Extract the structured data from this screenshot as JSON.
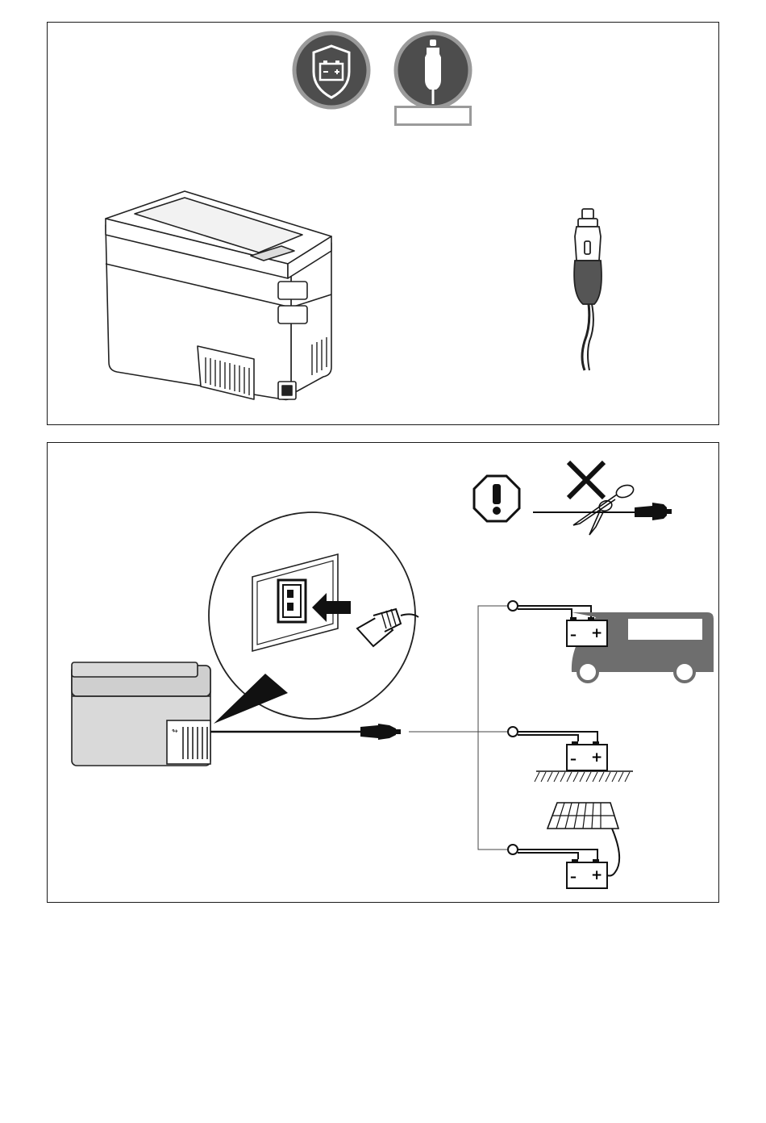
{
  "panel1": {
    "icons": [
      "battery-shield-icon",
      "car-plug-icon"
    ],
    "plug_badge_text": "",
    "items": [
      "cooler-box",
      "dc-car-plug-with-cable"
    ]
  },
  "panel2": {
    "warning_icon": "exclamation-octagon-icon",
    "prohibition": "do-not-cut-cable",
    "battery_terminal_labels": {
      "minus": "–",
      "plus": "+"
    },
    "power_sources": [
      "vehicle-battery",
      "stationary-battery",
      "solar-charged-battery"
    ]
  },
  "colors": {
    "icon_fill": "#4d4d4d",
    "icon_ring": "#9a9a9a",
    "cooler_fill": "#d9d9d9",
    "van_fill": "#6e6e6e"
  }
}
